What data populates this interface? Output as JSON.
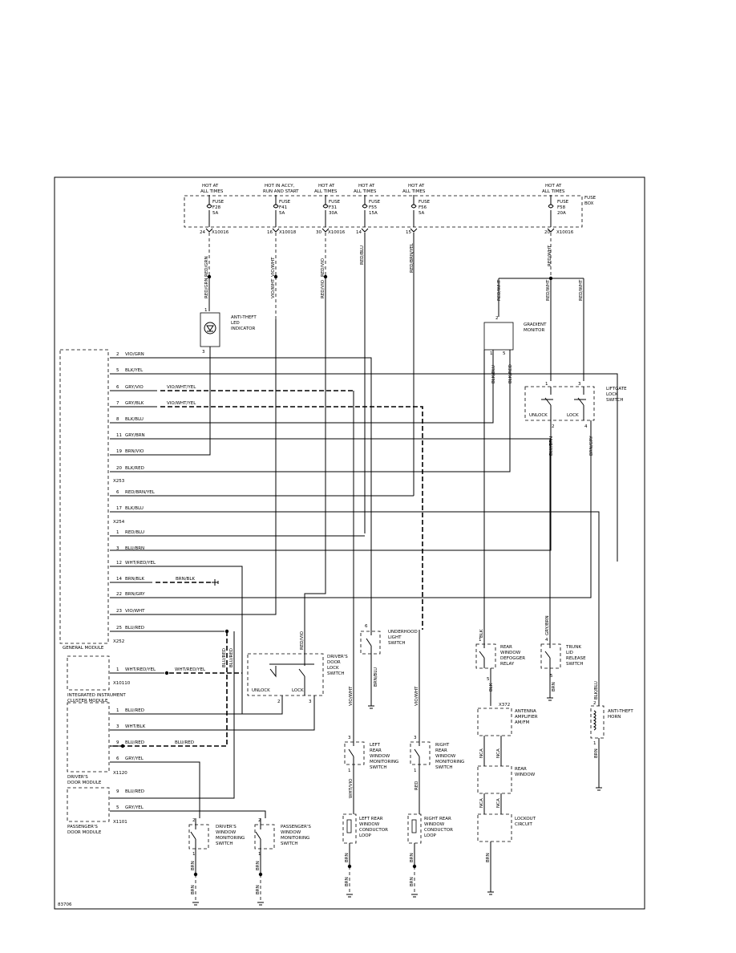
{
  "figure_id": "83706",
  "fuse_box": {
    "label": [
      "FUSE",
      "BOX"
    ],
    "fuses": [
      {
        "hot": [
          "HOT AT",
          "ALL TIMES"
        ],
        "fuse": [
          "FUSE",
          "F28",
          "5A"
        ],
        "pin": "24",
        "conn": "X10016",
        "wire": "RED/GRN"
      },
      {
        "hot": [
          "HOT IN ACCY,",
          "RUN AND START"
        ],
        "fuse": [
          "FUSE",
          "F41",
          "5A"
        ],
        "pin": "16",
        "conn": "X10018",
        "wire": "VIO/WHT"
      },
      {
        "hot": [
          "HOT AT",
          "ALL TIMES"
        ],
        "fuse": [
          "FUSE",
          "F31",
          "30A"
        ],
        "pin": "30",
        "conn": "X10016",
        "wire": "RED/VIO"
      },
      {
        "hot": [
          "HOT AT",
          "ALL TIMES"
        ],
        "fuse": [
          "FUSE",
          "F55",
          "15A"
        ],
        "pin": "14",
        "conn": "",
        "wire": "RED/BLU"
      },
      {
        "hot": [
          "HOT AT",
          "ALL TIMES"
        ],
        "fuse": [
          "FUSE",
          "F56",
          "5A"
        ],
        "pin": "15",
        "conn": "",
        "wire": "RED/BRN/YEL"
      },
      {
        "hot": [
          "HOT AT",
          "ALL TIMES"
        ],
        "fuse": [
          "FUSE",
          "F58",
          "20A"
        ],
        "pin": "20",
        "conn": "X10016",
        "wire": "RED/WHT"
      }
    ]
  },
  "general_module": {
    "label": "GENERAL MODULE",
    "rows": [
      {
        "pin": "2",
        "wire": "VIO/GRN"
      },
      {
        "pin": "5",
        "wire": "BLK/YEL"
      },
      {
        "pin": "6",
        "wire": "GRY/VIO",
        "wire2": "VIO/WHT/YEL"
      },
      {
        "pin": "7",
        "wire": "GRY/BLK",
        "wire2": "VIO/WHT/YEL"
      },
      {
        "pin": "8",
        "wire": "BLK/BLU"
      },
      {
        "pin": "11",
        "wire": "GRY/BRN"
      },
      {
        "pin": "19",
        "wire": "BRN/VIO"
      },
      {
        "pin": "20",
        "wire": "BLK/RED"
      },
      {
        "conn": "X253"
      },
      {
        "pin": "6",
        "wire": "RED/BRN/YEL"
      },
      {
        "pin": "17",
        "wire": "BLK/BLU"
      },
      {
        "conn": "X254"
      },
      {
        "pin": "1",
        "wire": "RED/BLU"
      },
      {
        "pin": "3",
        "wire": "BLU/BRN"
      },
      {
        "pin": "12",
        "wire": "WHT/RED/YEL"
      },
      {
        "pin": "14",
        "wire": "BRN/BLK",
        "wire2": "BRN/BLK"
      },
      {
        "pin": "22",
        "wire": "BRN/GRY"
      },
      {
        "pin": "23",
        "wire": "VIO/WHT"
      },
      {
        "pin": "25",
        "wire": "BLU/RED"
      },
      {
        "conn": "X252"
      }
    ]
  },
  "components": {
    "led": [
      "ANTI-THEFT",
      "LED",
      "INDICATOR"
    ],
    "gradient": [
      "GRADIENT",
      "MONITOR"
    ],
    "liftgate": [
      "LIFTGATE",
      "LOCK",
      "SWITCH"
    ],
    "unlock": "UNLOCK",
    "lock": "LOCK",
    "underhood": [
      "UNDERHOOD",
      "LIGHT",
      "SWITCH"
    ],
    "door_lock": [
      "DRIVER'S",
      "DOOR",
      "LOCK",
      "SWITCH"
    ],
    "defogger": [
      "REAR",
      "WINDOW",
      "DEFOGGER",
      "RELAY"
    ],
    "trunk": [
      "TRUNK",
      "LID",
      "RELEASE",
      "SWITCH"
    ],
    "horn": [
      "ANTI-THEFT",
      "HORN"
    ],
    "antenna": [
      "ANTENNA",
      "AMPLIFIER",
      "AM/FM"
    ],
    "rear_window": [
      "REAR",
      "WINDOW"
    ],
    "lockout": [
      "LOCKOUT",
      "CIRCUIT"
    ],
    "left_rear_sw": [
      "LEFT",
      "REAR",
      "WINDOW",
      "MONITORING",
      "SWITCH"
    ],
    "right_rear_sw": [
      "RIGHT",
      "REAR",
      "WINDOW",
      "MONITORING",
      "SWITCH"
    ],
    "left_loop": [
      "LEFT REAR",
      "WINDOW",
      "CONDUCTOR",
      "LOOP"
    ],
    "right_loop": [
      "RIGHT REAR",
      "WINDOW",
      "CONDUCTOR",
      "LOOP"
    ],
    "driver_win": [
      "DRIVER'S",
      "WINDOW",
      "MONITORING",
      "SWITCH"
    ],
    "pass_win": [
      "PASSENGER'S",
      "WINDOW",
      "MONITORING",
      "SWITCH"
    ],
    "cluster": [
      "INTEGRATED INSTRUMENT",
      "CLUSTER MODULE"
    ],
    "driver_door": [
      "DRIVER'S",
      "DOOR MODULE"
    ],
    "pass_door": [
      "PASSENGER'S",
      "DOOR MODULE"
    ]
  },
  "cluster_rows": [
    {
      "pin": "1",
      "wire": "WHT/RED/YEL",
      "wire2": "WHT/RED/YEL"
    },
    {
      "conn": "X10110"
    }
  ],
  "driver_door_rows": [
    {
      "pin": "1",
      "wire": "BLU/RED"
    },
    {
      "pin": "3",
      "wire": "WHT/BLK"
    },
    {
      "pin": "9",
      "wire": "BLU/RED",
      "wire2": "BLU/RED"
    },
    {
      "pin": "6",
      "wire": "GRY/YEL"
    },
    {
      "conn": "X1120"
    }
  ],
  "pass_door_rows": [
    {
      "pin": "9",
      "wire": "BLU/RED"
    },
    {
      "pin": "5",
      "wire": "GRY/YEL"
    },
    {
      "conn": "X1101"
    }
  ],
  "wires": {
    "red_wht": "RED/WHT",
    "blk_blu": "BLK/BLU",
    "blk_red": "BLK/RED",
    "blu_brn": "BLU/BRN",
    "brn_gry": "BRN/GRY",
    "blu_red": "BLU/RED",
    "red_vio": "RED/VIO",
    "brn_blu": "BRN/BLU",
    "vio_wht": "VIO/WHT",
    "blk": "BLK",
    "gry_brn": "GRY/BRN",
    "brn": "BRN",
    "blk_blu_h": "BLK/BLU",
    "nca": "NCA",
    "wht_vio": "WHT/VIO",
    "red": "RED",
    "conn_x372": "X372"
  },
  "pins": {
    "led_top": "1",
    "led_bot": "3",
    "grad_top": "2",
    "grad_b1": "1",
    "grad_b2": "5",
    "lift_1": "1",
    "lift_3": "3",
    "lift_2": "2",
    "lift_4": "4",
    "uh": "6",
    "dl_2": "2",
    "dl_3": "3",
    "def_1": "1",
    "def_5": "5",
    "tr_4": "4",
    "tr_5": "5",
    "horn": "2",
    "horn_b": "1",
    "lr_3": "3",
    "lr_1": "1",
    "rr_3": "3",
    "rr_1": "1",
    "dw_2": "2",
    "dw_1": "1",
    "pw_2": "2",
    "pw_1": "1"
  }
}
